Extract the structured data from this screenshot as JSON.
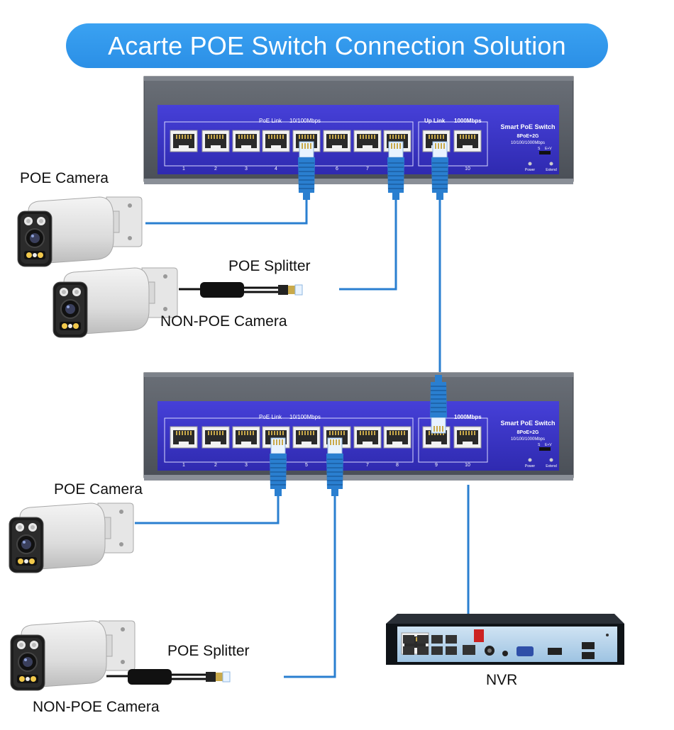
{
  "title": "Acarte POE Switch Connection Solution",
  "switch": {
    "name": "Smart PoE Switch",
    "model": "8PoE+2G",
    "speed": "10/100/1000Mbps",
    "poe_link_label": "PoE Link",
    "poe_speed": "10/100Mbps",
    "uplink_label": "Up Link",
    "uplink_speed": "1000Mbps",
    "switch_s": "S",
    "switch_ev": "E+V",
    "power_label": "Power",
    "extend_label": "Extend",
    "ports_top": [
      "1",
      "2",
      "3",
      "4",
      "",
      "6",
      "7",
      "",
      "",
      "10"
    ],
    "ports_bottom": [
      "1",
      "2",
      "3",
      "",
      "5",
      "",
      "7",
      "8",
      "9",
      "10"
    ]
  },
  "labels": {
    "poe_camera_top": "POE Camera",
    "poe_splitter_top": "POE Splitter",
    "non_poe_camera_top": "NON-POE Camera",
    "poe_camera_bottom": "POE Camera",
    "poe_splitter_bottom": "POE Splitter",
    "non_poe_camera_bottom": "NON-POE Camera",
    "nvr": "NVR"
  },
  "colors": {
    "cable": "#2a7fd0",
    "switch_panel": "#3a34c8",
    "switch_body": "#5b6068",
    "title_bg": "#2b8fe6"
  }
}
